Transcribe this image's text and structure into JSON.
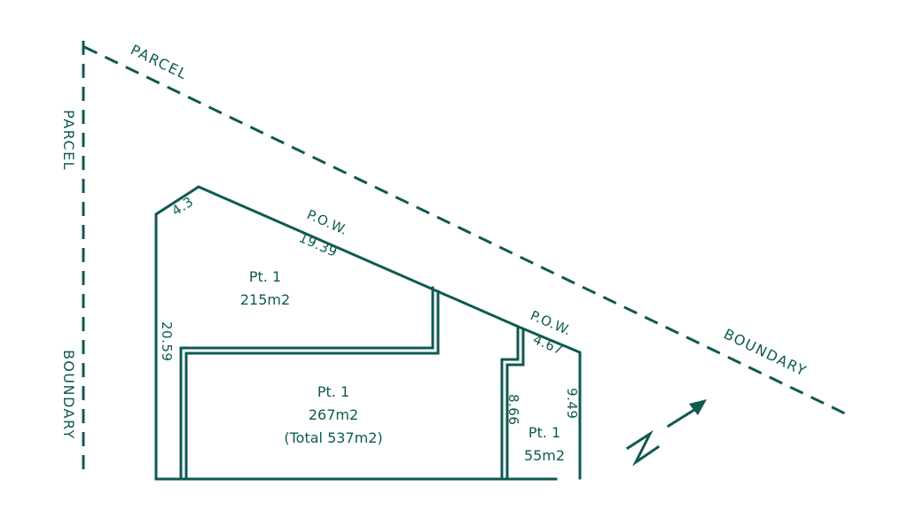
{
  "boundary_labels": {
    "top_parcel": "PARCEL",
    "top_boundary": "BOUNDARY",
    "left_parcel": "PARCEL",
    "left_boundary": "BOUNDARY"
  },
  "right_of_way": {
    "upper": {
      "label": "P.O.W.",
      "length": "19.39"
    },
    "lower": {
      "label": "P.O.W.",
      "length": "4.67"
    }
  },
  "dimensions": {
    "corner_cut": "4.3",
    "west_side": "20.59",
    "inner_wall": "8.66",
    "east_side": "9.49"
  },
  "parts": [
    {
      "name": "Pt. 1",
      "area": "215m2"
    },
    {
      "name": "Pt. 1",
      "area": "267m2",
      "total": "(Total 537m2)"
    },
    {
      "name": "Pt. 1",
      "area": "55m2"
    }
  ],
  "north_arrow": {
    "symbol": "N",
    "icon": "north-arrow-icon"
  },
  "colors": {
    "line": "#0e5a52",
    "background": "#ffffff"
  }
}
